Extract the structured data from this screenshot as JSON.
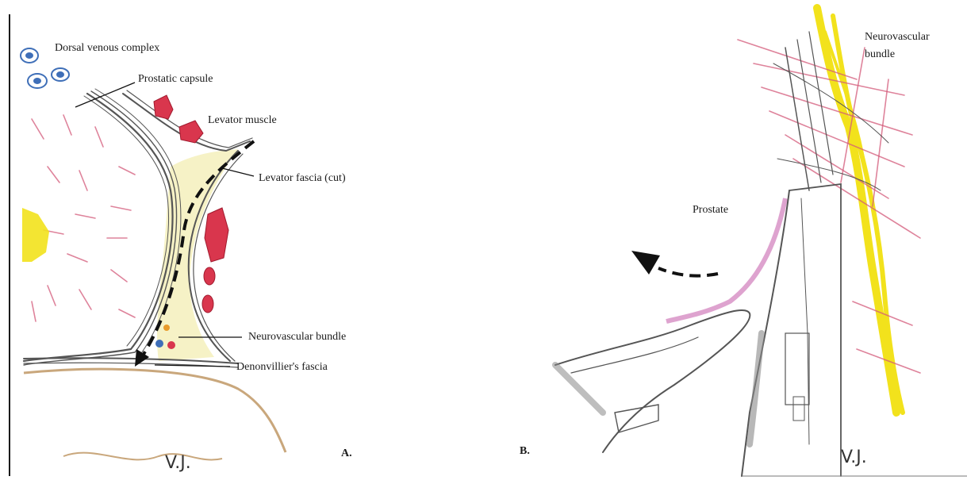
{
  "panel_a": {
    "labels": {
      "dorsal_venous_complex": "Dorsal venous complex",
      "prostatic_capsule": "Prostatic capsule",
      "levator_muscle": "Levator muscle",
      "levator_fascia": "Levator fascia (cut)",
      "neurovascular_bundle": "Neurovascular bundle",
      "denonvilliers_fascia": "Denonvillier's fascia"
    },
    "panel_label": "A.",
    "signature": "V.J."
  },
  "panel_b": {
    "labels": {
      "neurovascular_bundle_line1": "Neurovascular",
      "neurovascular_bundle_line2": "bundle",
      "prostate": "Prostate"
    },
    "panel_label": "B.",
    "signature": "V.J."
  },
  "colors": {
    "vein_blue": "#3f6fb8",
    "muscle_red": "#d9364d",
    "nerve_yellow": "#f2e21c",
    "fat_yellow": "#f6f2c6",
    "fascia_gray": "#6b6b6b",
    "fiber_pink": "#d45a7a",
    "rectum_tan": "#c9a77c"
  }
}
